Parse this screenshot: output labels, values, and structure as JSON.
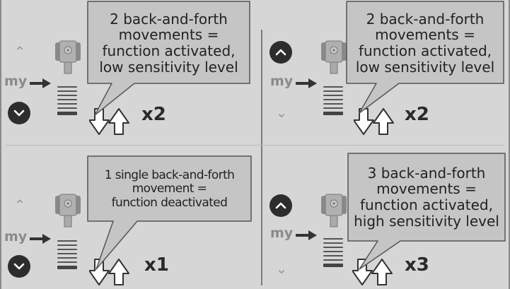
{
  "my_label": "my",
  "panels": [
    {
      "id": "top-left",
      "active_button": "down",
      "message": "2 back-and-forth\nmovements =\nfunction activated,\nlow sensitivity level",
      "count": "x2"
    },
    {
      "id": "top-right",
      "active_button": "up",
      "message": "2 back-and-forth\nmovements =\nfunction activated,\nlow sensitivity level",
      "count": "x2"
    },
    {
      "id": "bottom-left",
      "active_button": "down",
      "message": "1 single back-and-forth\nmovement =\nfunction deactivated",
      "count": "x1"
    },
    {
      "id": "bottom-right",
      "active_button": "up",
      "message": "3 back-and-forth\nmovements =\nfunction activated,\nhigh sensitivity level",
      "count": "x3"
    }
  ]
}
